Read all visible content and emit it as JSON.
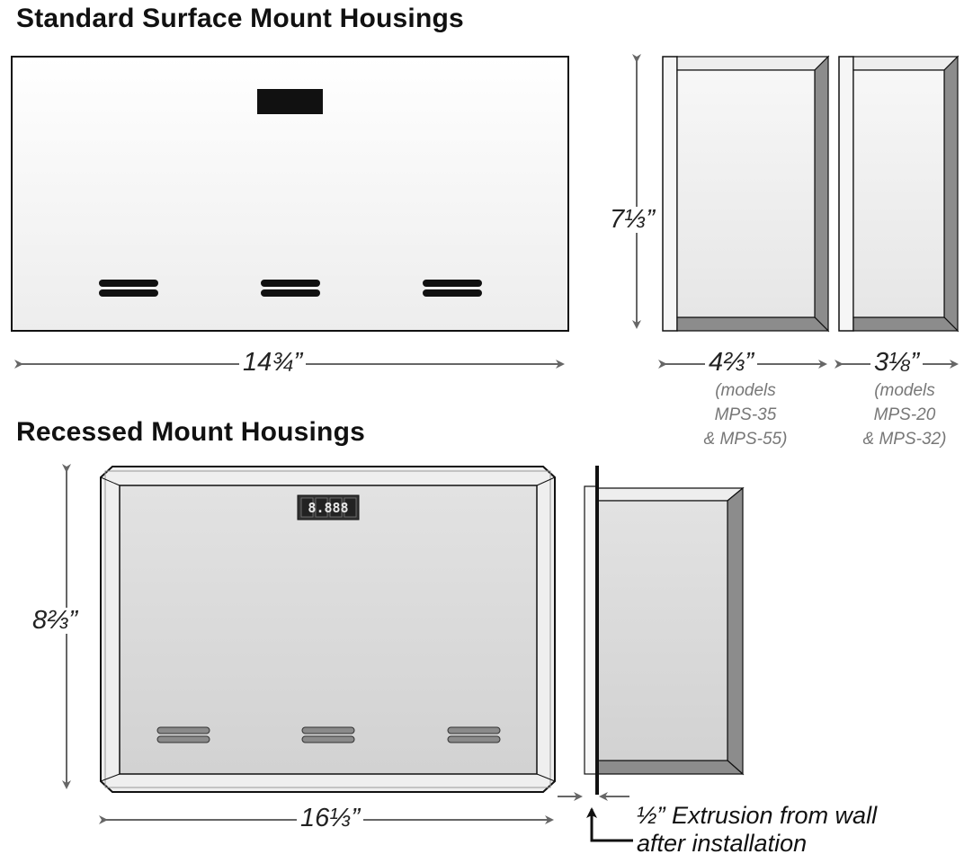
{
  "headings": {
    "surface": "Standard Surface Mount Housings",
    "recessed": "Recessed Mount Housings"
  },
  "dimensions": {
    "surface_width": "14¾”",
    "surface_height": "7⅓”",
    "depth_a": "4⅔”",
    "depth_b": "3⅛”",
    "recessed_height": "8⅔”",
    "recessed_width": "16⅓”"
  },
  "model_notes": {
    "depth_a": [
      "(models",
      "MPS-35",
      "& MPS-55)"
    ],
    "depth_b": [
      "(models",
      "MPS-20",
      "& MPS-32)"
    ]
  },
  "display_digits": "8.888",
  "callout": {
    "line1": "½” Extrusion from wall",
    "line2": "after installation"
  },
  "colors": {
    "line": "#111111",
    "dimension_arrow": "#666666",
    "panel_light": "#f4f4f4",
    "panel_gray": "#d9d9d9",
    "frame_dark": "#8c8c8c"
  }
}
